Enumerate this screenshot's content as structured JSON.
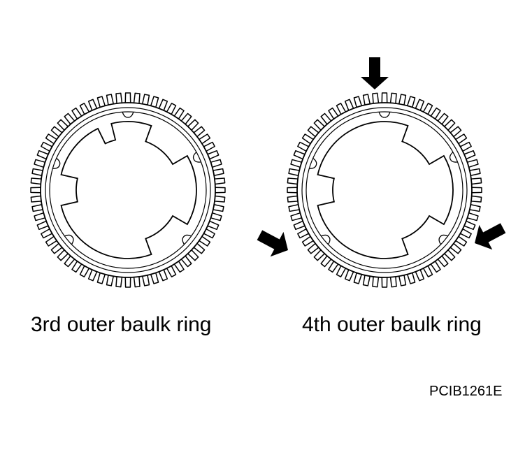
{
  "rings": [
    {
      "label": "3rd outer baulk ring",
      "arrows": 0,
      "key_cutouts": 4
    },
    {
      "label": "4th outer baulk ring",
      "arrows": 3,
      "key_cutouts": 3
    }
  ],
  "figure_code": "PCIB1261E",
  "colors": {
    "line": "#000000",
    "background": "#ffffff"
  }
}
